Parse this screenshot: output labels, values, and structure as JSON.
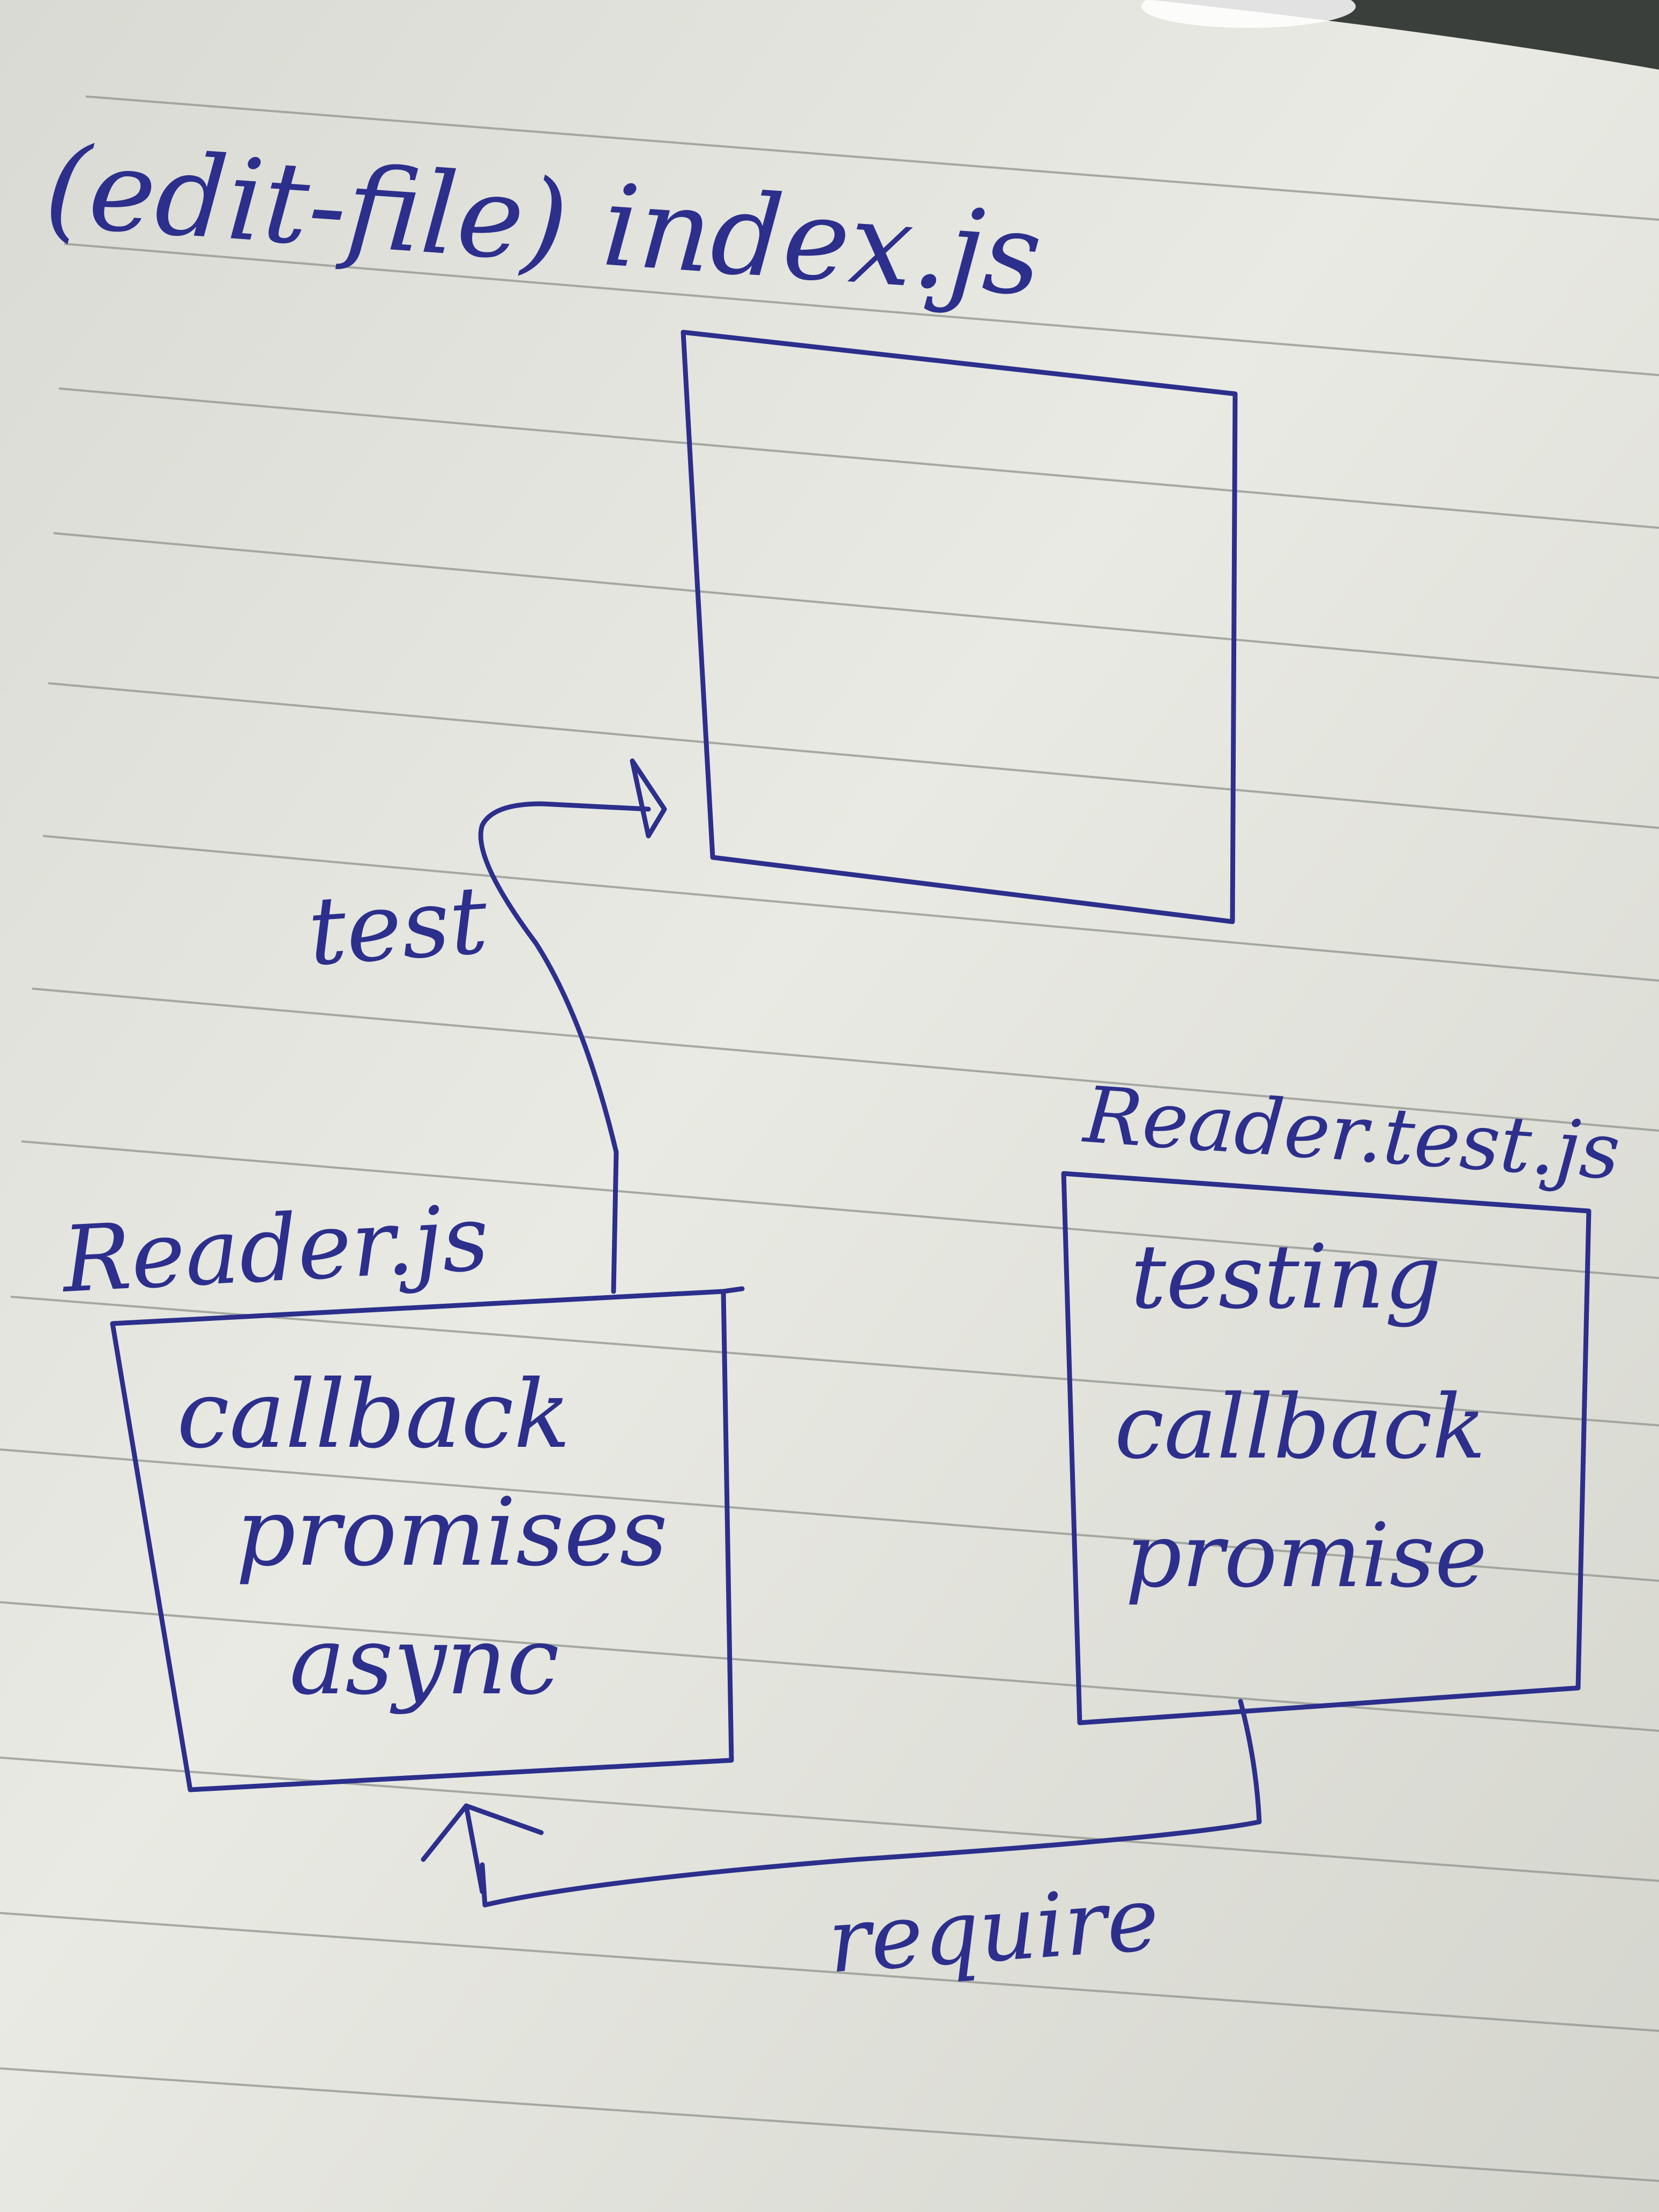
{
  "title": "(edit-file) index.js",
  "files": {
    "index": {
      "label": "index.js"
    },
    "reader": {
      "label": "Reader.js",
      "lines": [
        "callback",
        "promises",
        "async"
      ]
    },
    "reader_test": {
      "label": "Reader.test.js",
      "lines": [
        "testing",
        "callback",
        "promise"
      ]
    }
  },
  "edges": {
    "test": {
      "label": "test"
    },
    "require": {
      "label": "require"
    }
  },
  "colors": {
    "ink": "#2c2f8c",
    "paper": "#e6e7e0",
    "rule": "#8f948c"
  }
}
